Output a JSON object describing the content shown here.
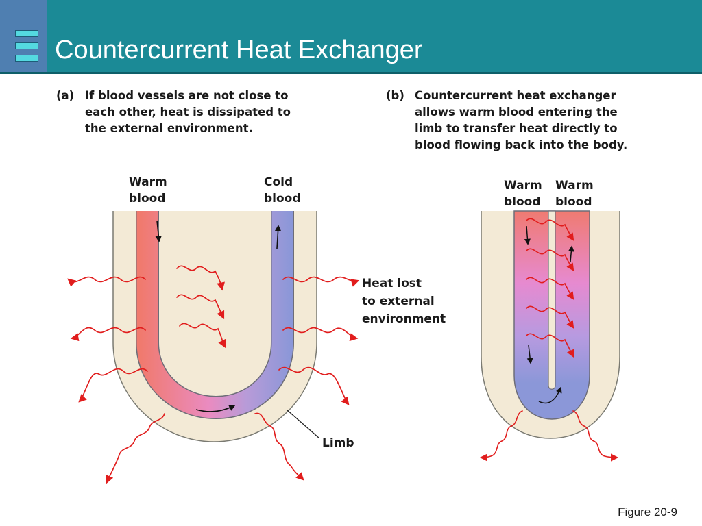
{
  "slide": {
    "title": "Countercurrent Heat Exchanger",
    "figure_label": "Figure 20-9"
  },
  "panel_a": {
    "letter": "(a)",
    "caption_lines": [
      "If blood vessels are not close to",
      "each other, heat is dissipated to",
      "the external environment."
    ],
    "label_warm": [
      "Warm",
      "blood"
    ],
    "label_cold": [
      "Cold",
      "blood"
    ],
    "label_heat_lost": [
      "Heat lost",
      "to external",
      "environment"
    ],
    "label_limb": "Limb"
  },
  "panel_b": {
    "letter": "(b)",
    "caption_lines": [
      "Countercurrent heat exchanger",
      "allows warm blood entering the",
      "limb to transfer heat directly to",
      "blood flowing back into the body."
    ],
    "label_warm_left": [
      "Warm",
      "blood"
    ],
    "label_warm_right": [
      "Warm",
      "blood"
    ]
  },
  "colors": {
    "header": "#1b8a96",
    "logo": "#4f7fb1",
    "limb_fill": "#f3ead6",
    "limb_edge": "#7a7a72",
    "warm": "#f07a6e",
    "mid": "#d98bd8",
    "cold": "#8b97d8",
    "heat_arrow": "#e11d1d"
  }
}
